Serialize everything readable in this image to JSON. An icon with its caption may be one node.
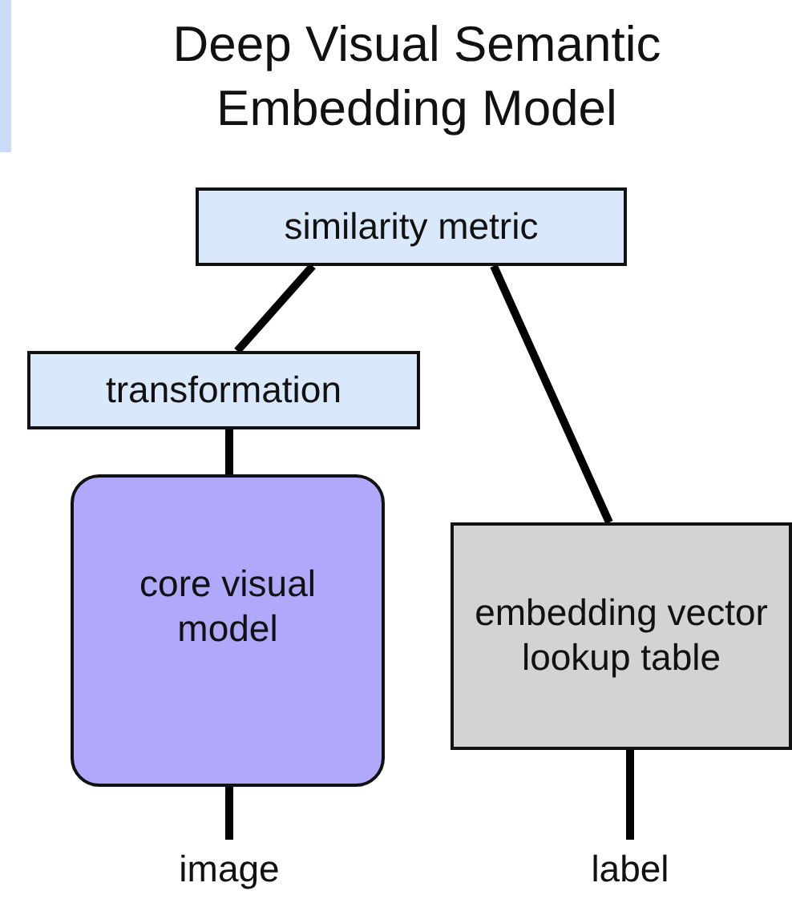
{
  "diagram": {
    "title": "Deep Visual Semantic Embedding Model",
    "nodes": [
      {
        "text": [
          "similarity metric"
        ]
      },
      {
        "text": [
          "transformation"
        ]
      },
      {
        "text": [
          "core visual model"
        ]
      },
      {
        "text": [
          "embedding vector lookup table"
        ]
      },
      {
        "text": [
          "image"
        ]
      },
      {
        "text": [
          "label"
        ]
      }
    ],
    "edges": [
      {
        "from": 0,
        "to": 1,
        "arrow": "none"
      },
      {
        "from": 0,
        "to": 3,
        "arrow": "none"
      },
      {
        "from": 1,
        "to": 2,
        "arrow": "none"
      },
      {
        "from": 2,
        "to": 4,
        "arrow": "none"
      },
      {
        "from": 3,
        "to": 5,
        "arrow": "none"
      }
    ]
  }
}
